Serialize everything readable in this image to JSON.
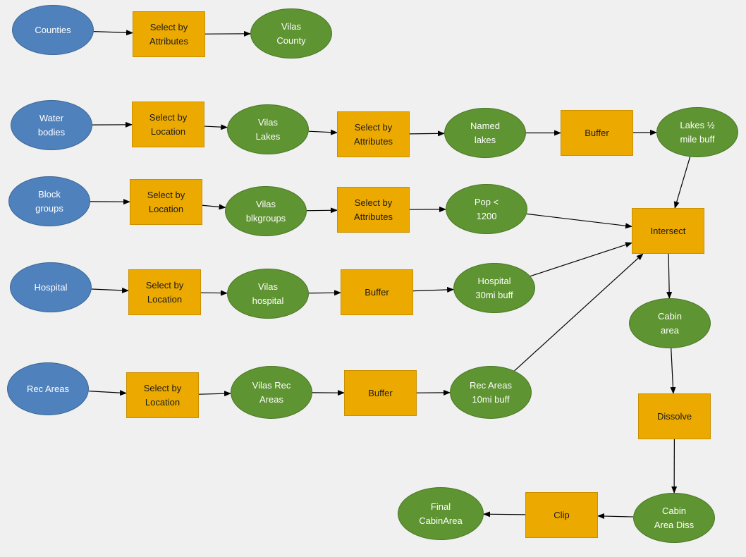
{
  "colors": {
    "background": "#f0f0f0",
    "input": "#4f81bd",
    "tool": "#ecaa00",
    "output": "#5e9431",
    "arrow": "#000000"
  },
  "nodes": [
    {
      "id": "counties",
      "label": "Counties",
      "kind": "input"
    },
    {
      "id": "sba1",
      "label": "Select by\nAttributes",
      "kind": "tool"
    },
    {
      "id": "vilas_county",
      "label": "Vilas\nCounty",
      "kind": "output"
    },
    {
      "id": "water",
      "label": "Water\nbodies",
      "kind": "input"
    },
    {
      "id": "sbl1",
      "label": "Select by\nLocation",
      "kind": "tool"
    },
    {
      "id": "vilas_lakes",
      "label": "Vilas\nLakes",
      "kind": "output"
    },
    {
      "id": "sba2",
      "label": "Select by\nAttributes",
      "kind": "tool"
    },
    {
      "id": "named_lakes",
      "label": "Named\nlakes",
      "kind": "output"
    },
    {
      "id": "buf1",
      "label": "Buffer",
      "kind": "tool"
    },
    {
      "id": "lakes_buff",
      "label": "Lakes ½\nmile buff",
      "kind": "output"
    },
    {
      "id": "block",
      "label": "Block\ngroups",
      "kind": "input"
    },
    {
      "id": "sbl2",
      "label": "Select by\nLocation",
      "kind": "tool"
    },
    {
      "id": "vilas_blk",
      "label": "Vilas\nblkgroups",
      "kind": "output"
    },
    {
      "id": "sba3",
      "label": "Select by\nAttributes",
      "kind": "tool"
    },
    {
      "id": "pop",
      "label": "Pop <\n1200",
      "kind": "output"
    },
    {
      "id": "hospital",
      "label": "Hospital",
      "kind": "input"
    },
    {
      "id": "sbl3",
      "label": "Select by\nLocation",
      "kind": "tool"
    },
    {
      "id": "vilas_hosp",
      "label": "Vilas\nhospital",
      "kind": "output"
    },
    {
      "id": "buf2",
      "label": "Buffer",
      "kind": "tool"
    },
    {
      "id": "hosp_buff",
      "label": "Hospital\n30mi buff",
      "kind": "output"
    },
    {
      "id": "rec",
      "label": "Rec Areas",
      "kind": "input"
    },
    {
      "id": "sbl4",
      "label": "Select by\nLocation",
      "kind": "tool"
    },
    {
      "id": "vilas_rec",
      "label": "Vilas Rec\nAreas",
      "kind": "output"
    },
    {
      "id": "buf3",
      "label": "Buffer",
      "kind": "tool"
    },
    {
      "id": "rec_buff",
      "label": "Rec Areas\n10mi buff",
      "kind": "output"
    },
    {
      "id": "intersect",
      "label": "Intersect",
      "kind": "tool"
    },
    {
      "id": "cabin_area",
      "label": "Cabin\narea",
      "kind": "output"
    },
    {
      "id": "dissolve",
      "label": "Dissolve",
      "kind": "tool"
    },
    {
      "id": "cabin_diss",
      "label": "Cabin\nArea Diss",
      "kind": "output"
    },
    {
      "id": "clip",
      "label": "Clip",
      "kind": "tool"
    },
    {
      "id": "final",
      "label": "Final\nCabinArea",
      "kind": "output"
    }
  ],
  "edges": [
    [
      "counties",
      "sba1"
    ],
    [
      "sba1",
      "vilas_county"
    ],
    [
      "water",
      "sbl1"
    ],
    [
      "sbl1",
      "vilas_lakes"
    ],
    [
      "vilas_lakes",
      "sba2"
    ],
    [
      "sba2",
      "named_lakes"
    ],
    [
      "named_lakes",
      "buf1"
    ],
    [
      "buf1",
      "lakes_buff"
    ],
    [
      "block",
      "sbl2"
    ],
    [
      "sbl2",
      "vilas_blk"
    ],
    [
      "vilas_blk",
      "sba3"
    ],
    [
      "sba3",
      "pop"
    ],
    [
      "hospital",
      "sbl3"
    ],
    [
      "sbl3",
      "vilas_hosp"
    ],
    [
      "vilas_hosp",
      "buf2"
    ],
    [
      "buf2",
      "hosp_buff"
    ],
    [
      "rec",
      "sbl4"
    ],
    [
      "sbl4",
      "vilas_rec"
    ],
    [
      "vilas_rec",
      "buf3"
    ],
    [
      "buf3",
      "rec_buff"
    ],
    [
      "lakes_buff",
      "intersect"
    ],
    [
      "pop",
      "intersect"
    ],
    [
      "hosp_buff",
      "intersect"
    ],
    [
      "rec_buff",
      "intersect"
    ],
    [
      "intersect",
      "cabin_area"
    ],
    [
      "cabin_area",
      "dissolve"
    ],
    [
      "dissolve",
      "cabin_diss"
    ],
    [
      "cabin_diss",
      "clip"
    ],
    [
      "clip",
      "final"
    ]
  ]
}
